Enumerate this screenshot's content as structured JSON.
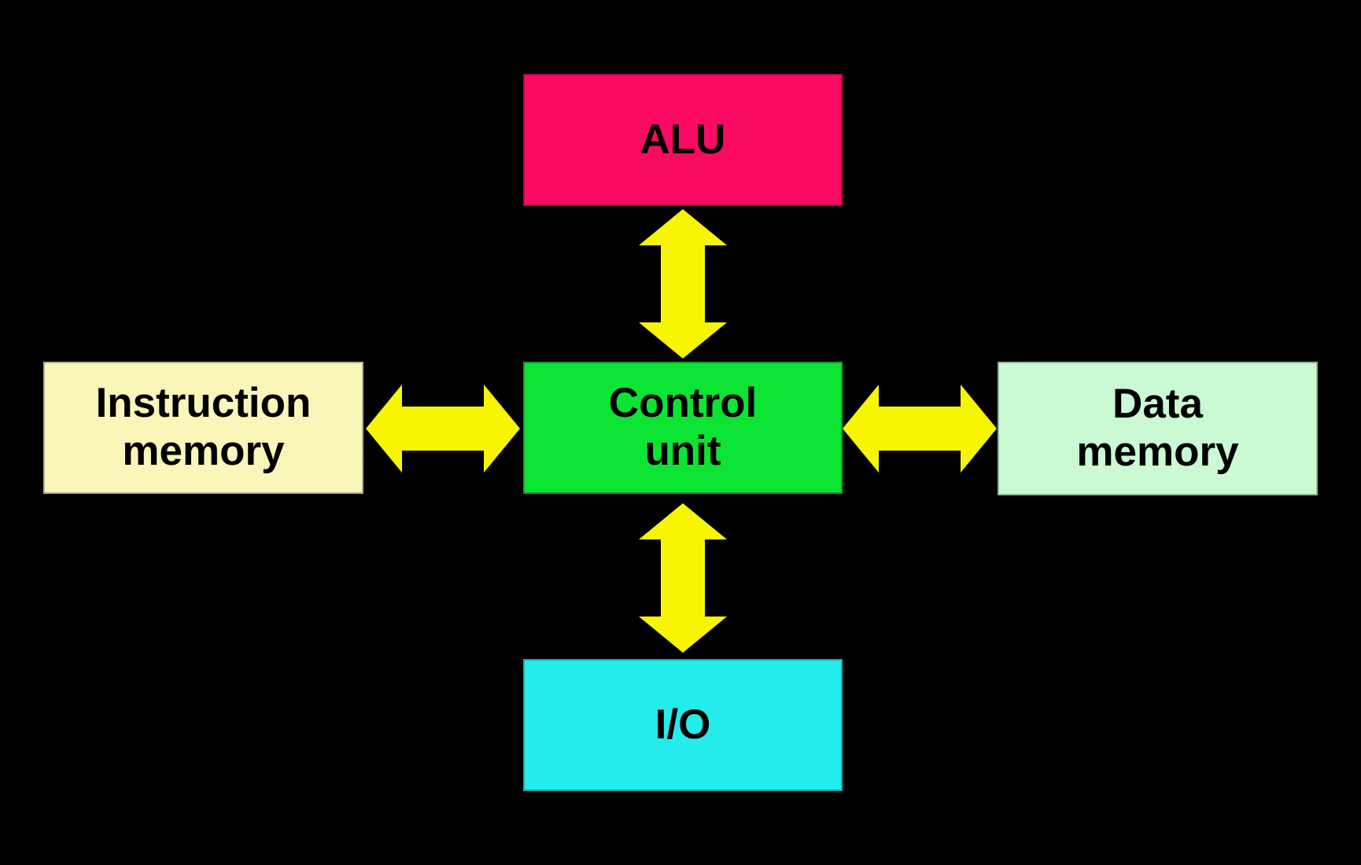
{
  "colors": {
    "background": "#000000",
    "text": "#000000",
    "arrow": "#F8F500"
  },
  "nodes": {
    "alu": {
      "label": "ALU",
      "fill": "#FB0A64"
    },
    "control": {
      "line1": "Control",
      "line2": "unit",
      "fill": "#0CE433"
    },
    "instruction": {
      "line1": "Instruction",
      "line2": "memory",
      "fill": "#FAF5B8"
    },
    "data": {
      "line1": "Data",
      "line2": "memory",
      "fill": "#C9FAD3"
    },
    "io": {
      "label": "I/O",
      "fill": "#24ECEC"
    }
  },
  "connections": [
    {
      "from": "ALU",
      "to": "Control unit",
      "direction": "bidirectional"
    },
    {
      "from": "Instruction memory",
      "to": "Control unit",
      "direction": "bidirectional"
    },
    {
      "from": "Control unit",
      "to": "Data memory",
      "direction": "bidirectional"
    },
    {
      "from": "Control unit",
      "to": "I/O",
      "direction": "bidirectional"
    }
  ]
}
